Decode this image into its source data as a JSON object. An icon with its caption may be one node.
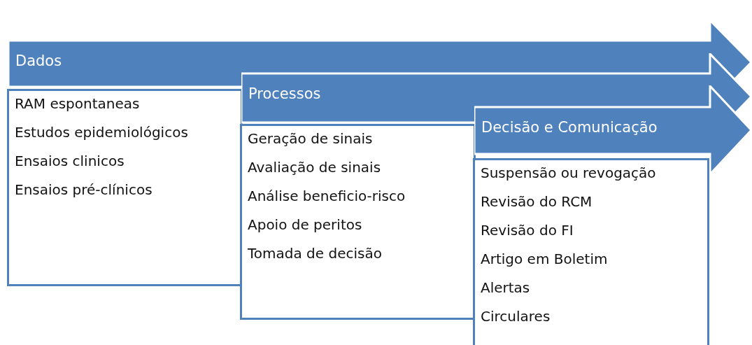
{
  "diagram": {
    "nodes": [
      {
        "text": [
          "Dados"
        ]
      },
      {
        "text": [
          "RAM espontaneas",
          "Estudos epidemiológicos",
          "Ensaios clinicos",
          "Ensaios pré-clínicos"
        ]
      },
      {
        "text": [
          "Processos"
        ]
      },
      {
        "text": [
          "Geração de sinais",
          "Avaliação de sinais",
          "Análise beneficio-risco",
          "Apoio de peritos",
          "Tomada de decisão"
        ]
      },
      {
        "text": [
          "Decisão e Comunicação"
        ]
      },
      {
        "text": [
          "Suspensão ou revogação",
          "Revisão do RCM",
          "Revisão do FI",
          "Artigo em Boletim",
          "Alertas",
          "Circulares"
        ]
      }
    ]
  }
}
